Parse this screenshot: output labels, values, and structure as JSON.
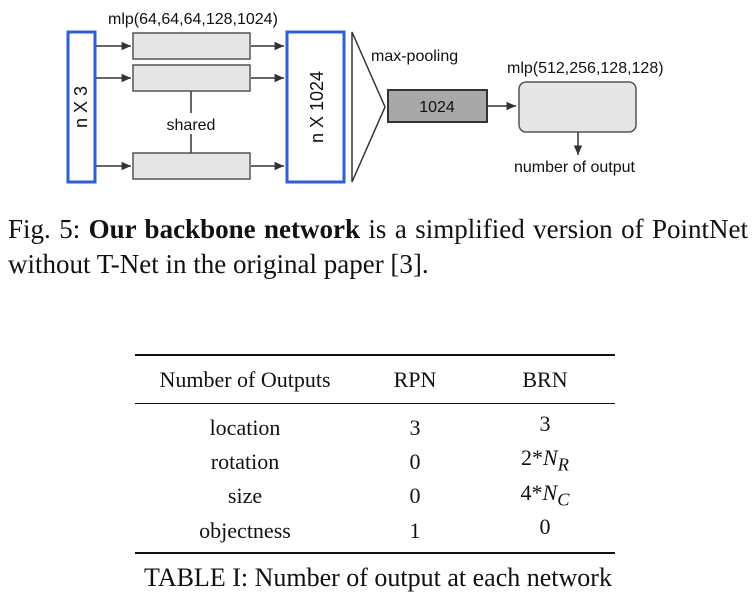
{
  "diagram": {
    "input_label": "n X 3",
    "mlp1_label": "mlp(64,64,64,128,1024)",
    "shared_label": "shared",
    "feature_label": "n X 1024",
    "pool_label": "max-pooling",
    "global_label": "1024",
    "mlp2_label": "mlp(512,256,128,128)",
    "output_label": "number of output"
  },
  "figure_caption": {
    "prefix": "Fig. 5: ",
    "bold": "Our backbone network",
    "rest": " is a simplified version of PointNet without T-Net in the original paper [3]."
  },
  "table": {
    "headers": [
      "Number of Outputs",
      "RPN",
      "BRN"
    ],
    "rows": [
      {
        "name": "location",
        "rpn": "3",
        "brn_pre": "3",
        "brn_var": "",
        "brn_sub": ""
      },
      {
        "name": "rotation",
        "rpn": "0",
        "brn_pre": "2*",
        "brn_var": "N",
        "brn_sub": "R"
      },
      {
        "name": "size",
        "rpn": "0",
        "brn_pre": "4*",
        "brn_var": "N",
        "brn_sub": "C"
      },
      {
        "name": "objectness",
        "rpn": "1",
        "brn_pre": "0",
        "brn_var": "",
        "brn_sub": ""
      }
    ]
  },
  "table_caption": "TABLE I: Number of output at each network",
  "colors": {
    "accent_blue": "#2f5fd0",
    "box_fill": "#e6e6e6",
    "global_fill": "#a8a8a8"
  }
}
